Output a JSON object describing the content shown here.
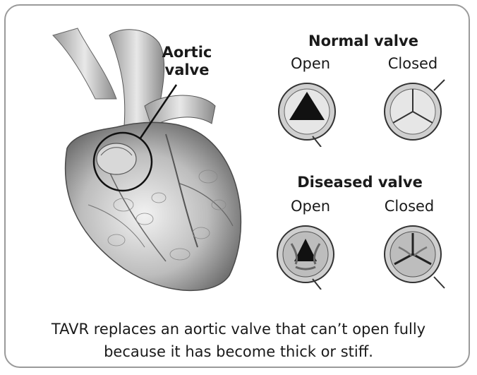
{
  "callout": {
    "line1": "Aortic",
    "line2": "valve"
  },
  "normal": {
    "title": "Normal valve",
    "open": "Open",
    "closed": "Closed"
  },
  "diseased": {
    "title": "Diseased valve",
    "open": "Open",
    "closed": "Closed"
  },
  "caption": {
    "line1": "TAVR replaces an aortic valve that can’t open fully",
    "line2": "because it has become thick or stiff."
  }
}
